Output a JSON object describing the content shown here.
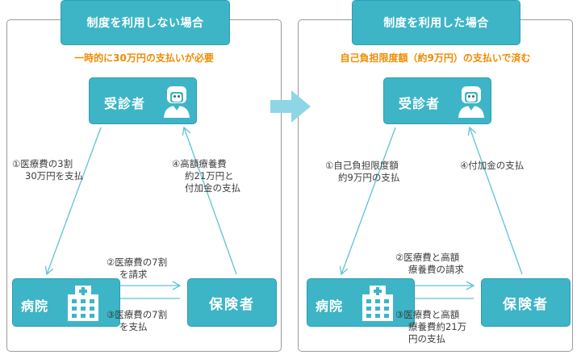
{
  "colors": {
    "node_fill": "#3db5c7",
    "subtitle": "#f08c00",
    "arrow": "#5ec3d3",
    "transition_arrow": "#8ed6e6"
  },
  "left": {
    "title": "制度を利用しない場合",
    "subtitle": "一時的に30万円の支払いが必要",
    "patient": "受診者",
    "hospital": "病院",
    "insurer": "保険者",
    "label_1": [
      "①医療費の3割",
      "30万円を支払"
    ],
    "label_2": [
      "②医療費の7割",
      "を請求"
    ],
    "label_3": [
      "③医療費の7割",
      "を支払"
    ],
    "label_4": [
      "④高額療養費",
      "約21万円と",
      "付加金の支払"
    ]
  },
  "right": {
    "title": "制度を利用した場合",
    "subtitle": "自己負担限度額（約9万円）の支払いで済む",
    "patient": "受診者",
    "hospital": "病院",
    "insurer": "保険者",
    "label_1": [
      "①自己負担限度額",
      "約9万円の支払"
    ],
    "label_2": [
      "②医療費と高額",
      "療養費の請求"
    ],
    "label_3": [
      "③医療費と高額",
      "療養費約21万",
      "円の支払"
    ],
    "label_4": [
      "④付加金の支払"
    ]
  },
  "icons": {
    "patient": "person-icon",
    "hospital": "hospital-icon",
    "transition": "right-arrow-icon"
  }
}
